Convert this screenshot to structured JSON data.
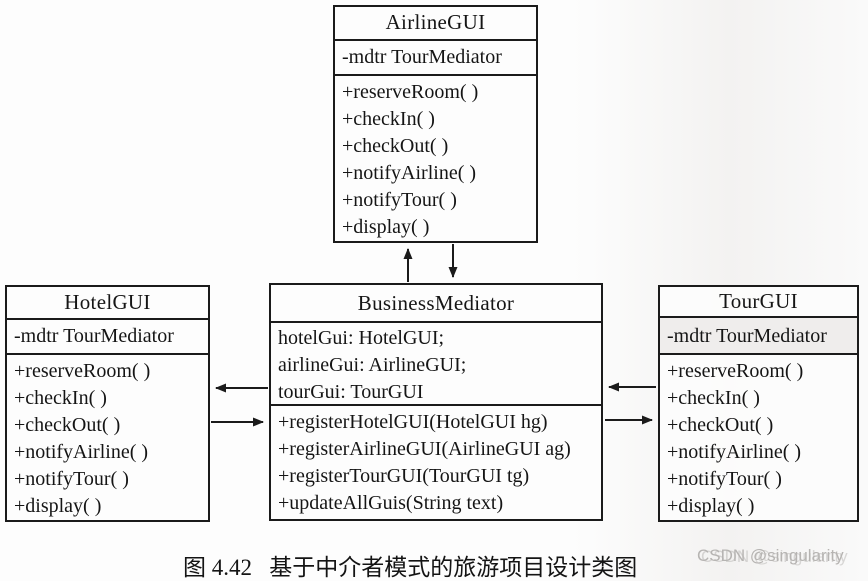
{
  "page": {
    "background": "#fdfdfd",
    "ink": "#1b1b1b",
    "watermark_color": "#b6b4b2"
  },
  "caption": {
    "text": "图 4.42   基于中介者模式的旅游项目设计类图"
  },
  "watermark": {
    "text": "CSDN @singularity"
  },
  "classes": {
    "airline": {
      "title": "AirlineGUI",
      "attributes": [
        "-mdtr TourMediator"
      ],
      "methods": [
        "+reserveRoom( )",
        "+checkIn( )",
        "+checkOut( )",
        "+notifyAirline( )",
        "+notifyTour( )",
        "+display( )"
      ]
    },
    "hotel": {
      "title": "HotelGUI",
      "attributes": [
        "-mdtr TourMediator"
      ],
      "methods": [
        "+reserveRoom( )",
        "+checkIn( )",
        "+checkOut( )",
        "+notifyAirline( )",
        "+notifyTour( )",
        "+display( )"
      ]
    },
    "mediator": {
      "title": "BusinessMediator",
      "attributes": [
        "hotelGui: HotelGUI;",
        "airlineGui: AirlineGUI;",
        "tourGui: TourGUI"
      ],
      "methods": [
        "+registerHotelGUI(HotelGUI hg)",
        "+registerAirlineGUI(AirlineGUI ag)",
        "+registerTourGUI(TourGUI tg)",
        "+updateAllGuis(String text)"
      ]
    },
    "tour": {
      "title": "TourGUI",
      "attributes": [
        "-mdtr TourMediator"
      ],
      "methods": [
        "+reserveRoom( )",
        "+checkIn( )",
        "+checkOut( )",
        "+notifyAirline( )",
        "+notifyTour( )",
        "+display( )"
      ]
    }
  },
  "relations": [
    {
      "from": "BusinessMediator",
      "to": "AirlineGUI",
      "arrow": "up"
    },
    {
      "from": "AirlineGUI",
      "to": "BusinessMediator",
      "arrow": "down"
    },
    {
      "from": "BusinessMediator",
      "to": "HotelGUI",
      "arrow": "left"
    },
    {
      "from": "HotelGUI",
      "to": "BusinessMediator",
      "arrow": "right"
    },
    {
      "from": "TourGUI",
      "to": "BusinessMediator",
      "arrow": "left"
    },
    {
      "from": "BusinessMediator",
      "to": "TourGUI",
      "arrow": "right"
    }
  ]
}
